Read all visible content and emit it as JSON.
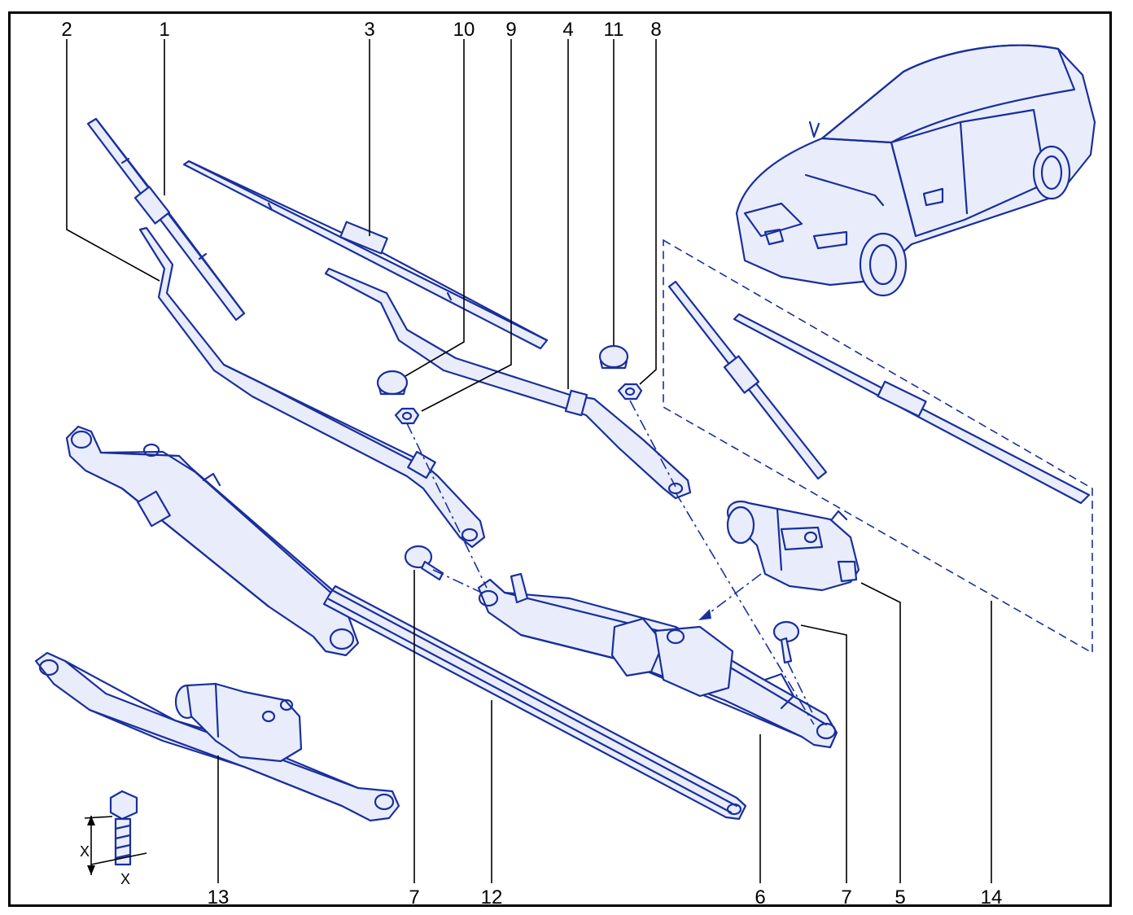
{
  "diagram": {
    "callouts": [
      {
        "id": "c2",
        "text": "2"
      },
      {
        "id": "c1",
        "text": "1"
      },
      {
        "id": "c3",
        "text": "3"
      },
      {
        "id": "c10",
        "text": "10"
      },
      {
        "id": "c9",
        "text": "9"
      },
      {
        "id": "c4",
        "text": "4"
      },
      {
        "id": "c11",
        "text": "11"
      },
      {
        "id": "c8",
        "text": "8"
      },
      {
        "id": "c13",
        "text": "13"
      },
      {
        "id": "c7a",
        "text": "7"
      },
      {
        "id": "c12",
        "text": "12"
      },
      {
        "id": "c6",
        "text": "6"
      },
      {
        "id": "c7b",
        "text": "7"
      },
      {
        "id": "c5",
        "text": "5"
      },
      {
        "id": "c14",
        "text": "14"
      }
    ],
    "bolt_detail": {
      "length_label": "X",
      "diameter_label": "X"
    },
    "colors": {
      "line_art": "#1a2f9c",
      "fill": "#e9edfb",
      "labels": "#000000",
      "frame": "#000000"
    }
  }
}
